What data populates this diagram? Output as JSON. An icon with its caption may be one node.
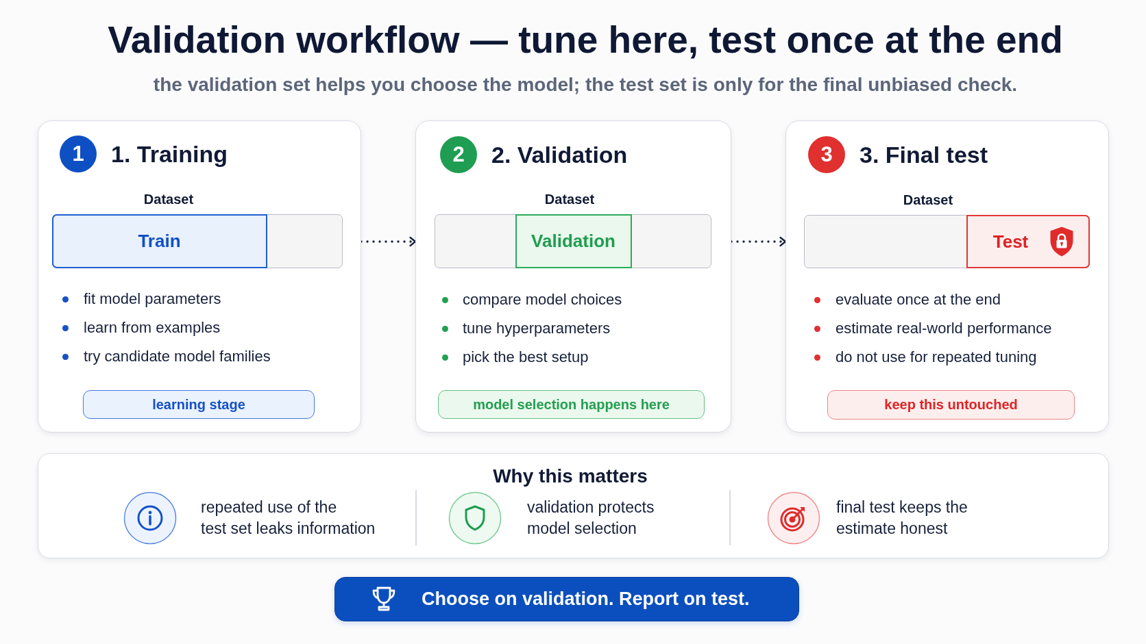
{
  "diagram": {
    "title": "Validation workflow — tune here, test once at the end",
    "nodes": [
      {
        "text": [
          "1. Training",
          "fit model parameters",
          "learn from examples",
          "try candidate model families"
        ]
      },
      {
        "text": [
          "1"
        ],
        "in": 0
      },
      {
        "text": [
          "Dataset"
        ],
        "in": 0
      },
      {
        "text": [
          "Train"
        ],
        "in": 2
      },
      {
        "text": [
          "learning stage"
        ],
        "in": 0
      },
      {
        "text": [
          "2. Validation",
          "compare model choices",
          "tune hyperparameters",
          "pick the best setup"
        ]
      },
      {
        "text": [
          "2"
        ],
        "in": 5
      },
      {
        "text": [
          "Dataset"
        ],
        "in": 5
      },
      {
        "text": [
          "Validation"
        ],
        "in": 7
      },
      {
        "text": [
          "model selection happens here"
        ],
        "in": 5
      },
      {
        "text": [
          "3. Final test",
          "evaluate once at the end",
          "estimate real-world performance",
          "do not use for repeated tuning"
        ]
      },
      {
        "text": [
          "3"
        ],
        "in": 10
      },
      {
        "text": [
          "Dataset"
        ],
        "in": 10
      },
      {
        "text": [
          "Test"
        ],
        "in": 12
      },
      {
        "text": [
          "keep this untouched"
        ],
        "in": 10
      },
      {
        "text": [
          "Why this matters",
          "repeated use of the test set leaks information",
          "validation protects model selection",
          "final test keeps the estimate honest"
        ]
      },
      {
        "text": [
          "Choose on validation. Report on test."
        ]
      }
    ],
    "edges": [
      {
        "from": 0,
        "to": 5,
        "arrow": "to",
        "style": "dashed"
      },
      {
        "from": 5,
        "to": 10,
        "arrow": "to",
        "style": "dashed"
      }
    ],
    "labels": [
      "the validation set helps you choose the model; the test set is only for the final unbiased check."
    ]
  }
}
